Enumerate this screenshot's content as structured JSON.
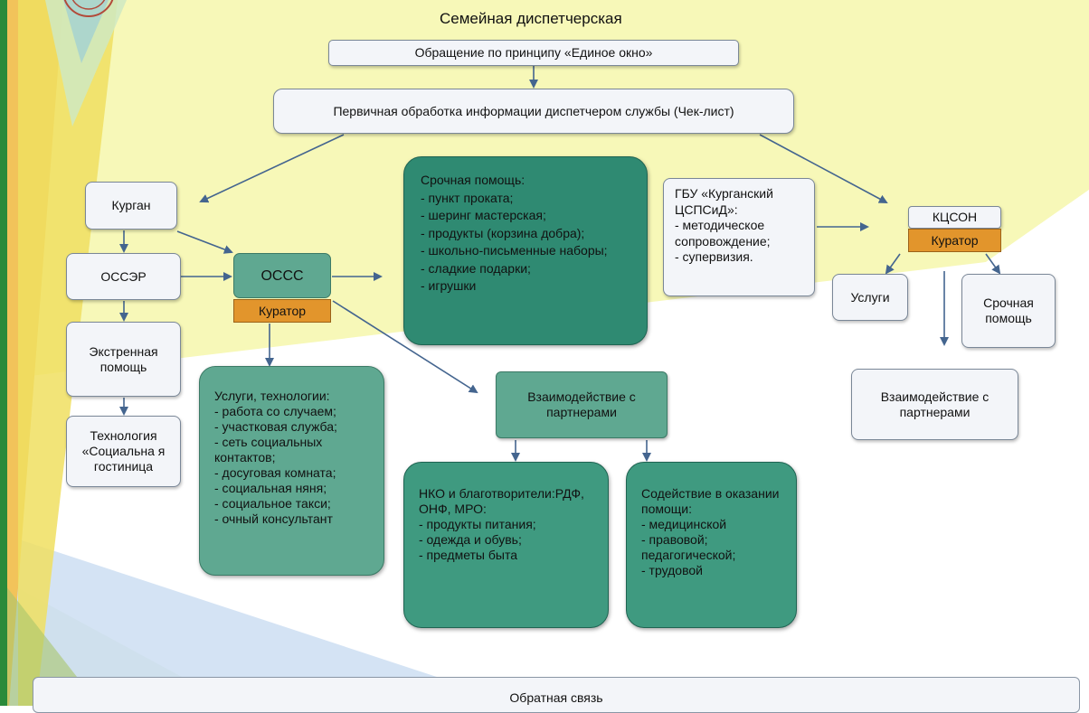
{
  "title": "Семейная диспетчерская",
  "top": {
    "single_window": "Обращение по принципу «Единое окно»",
    "primary": "Первичная обработка информации диспетчером службы (Чек-лист)"
  },
  "left": {
    "kurgan": "Курган",
    "osser": "ОССЭР",
    "emergency": "Экстренная помощь",
    "technology": "Технология «Социальна я гостиница"
  },
  "center": {
    "osss": "ОССС",
    "curator": "Куратор",
    "services": {
      "heading": "Услуги, технологии:",
      "items": [
        "- работа со случаем;",
        "- участковая служба;",
        "- сеть социальных контактов;",
        "- досуговая комната;",
        "- социальная няня;",
        "- социальное такси;",
        "- очный консультант"
      ]
    },
    "urgent": {
      "heading": "Срочная помощь:",
      "items": [
        "- пункт проката;",
        "- шеринг мастерская;",
        "- продукты (корзина добра);",
        "- школьно-письменные наборы;",
        "- сладкие подарки;",
        "- игрушки"
      ]
    },
    "partners": "Взаимодействие с партнерами",
    "nko": {
      "heading": "НКО и благотворители:РДФ, ОНФ, МРО:",
      "items": [
        "- продукты питания;",
        "- одежда и обувь;",
        "- предметы быта"
      ]
    },
    "assist": {
      "heading": "Содействие в оказании помощи:",
      "items": [
        "- медицинской",
        "- правовой;",
        "педагогической;",
        "- трудовой"
      ]
    }
  },
  "right": {
    "gbu": {
      "heading": "ГБУ «Курганский ЦСПСиД»:",
      "items": [
        "- методическое сопровождение;",
        "- супервизия."
      ]
    },
    "kcson": "КЦСОН",
    "curator": "Куратор",
    "services": "Услуги",
    "urgent": "Срочная помощь",
    "partners": "Взаимодействие с партнерами"
  },
  "feedback": "Обратная связь",
  "colors": {
    "green": "#5fa891",
    "dark_green": "#2f8a72",
    "curator": "#e2952c",
    "arrow": "#44658f",
    "bg_yellow": "#f7f8b8"
  }
}
